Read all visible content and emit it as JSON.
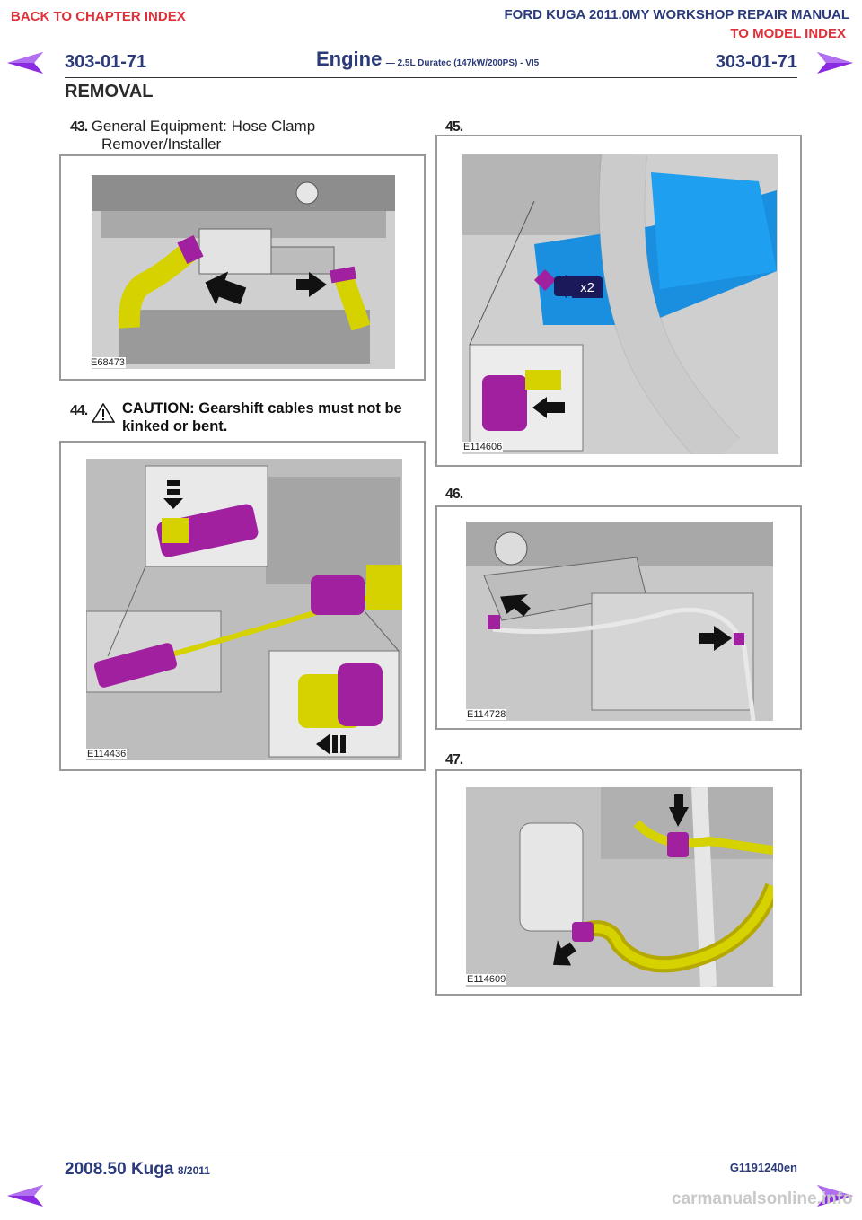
{
  "nav": {
    "back_to_chapter": "BACK TO CHAPTER INDEX",
    "manual_title": "FORD KUGA 2011.0MY WORKSHOP REPAIR MANUAL",
    "to_model_index": "TO MODEL INDEX"
  },
  "header": {
    "page_code_left": "303-01-71",
    "section": "Engine",
    "subsection": "— 2.5L Duratec (147kW/200PS) - VI5",
    "page_code_right": "303-01-71",
    "title": "REMOVAL"
  },
  "steps": [
    {
      "number": "43.",
      "text_line1": "General Equipment: Hose Clamp",
      "text_line2": "Remover/Installer",
      "figure": "E68473"
    },
    {
      "number": "44.",
      "caution_line1": "CAUTION: Gearshift cables must not be",
      "caution_line2": "kinked or bent.",
      "figure": "E114436"
    },
    {
      "number": "45.",
      "figure": "E114606",
      "callout": "x2"
    },
    {
      "number": "46.",
      "figure": "E114728"
    },
    {
      "number": "47.",
      "figure": "E114609"
    }
  ],
  "footer": {
    "model": "2008.50 Kuga",
    "date": "8/2011",
    "doc_id": "G1191240en",
    "watermark": "carmanualsonline.info"
  },
  "colors": {
    "link_red": "#e0303a",
    "header_blue": "#2a3a7a",
    "highlight_yellow": "#d6d200",
    "highlight_purple": "#a020a0",
    "highlight_blue": "#1a8fe0"
  }
}
